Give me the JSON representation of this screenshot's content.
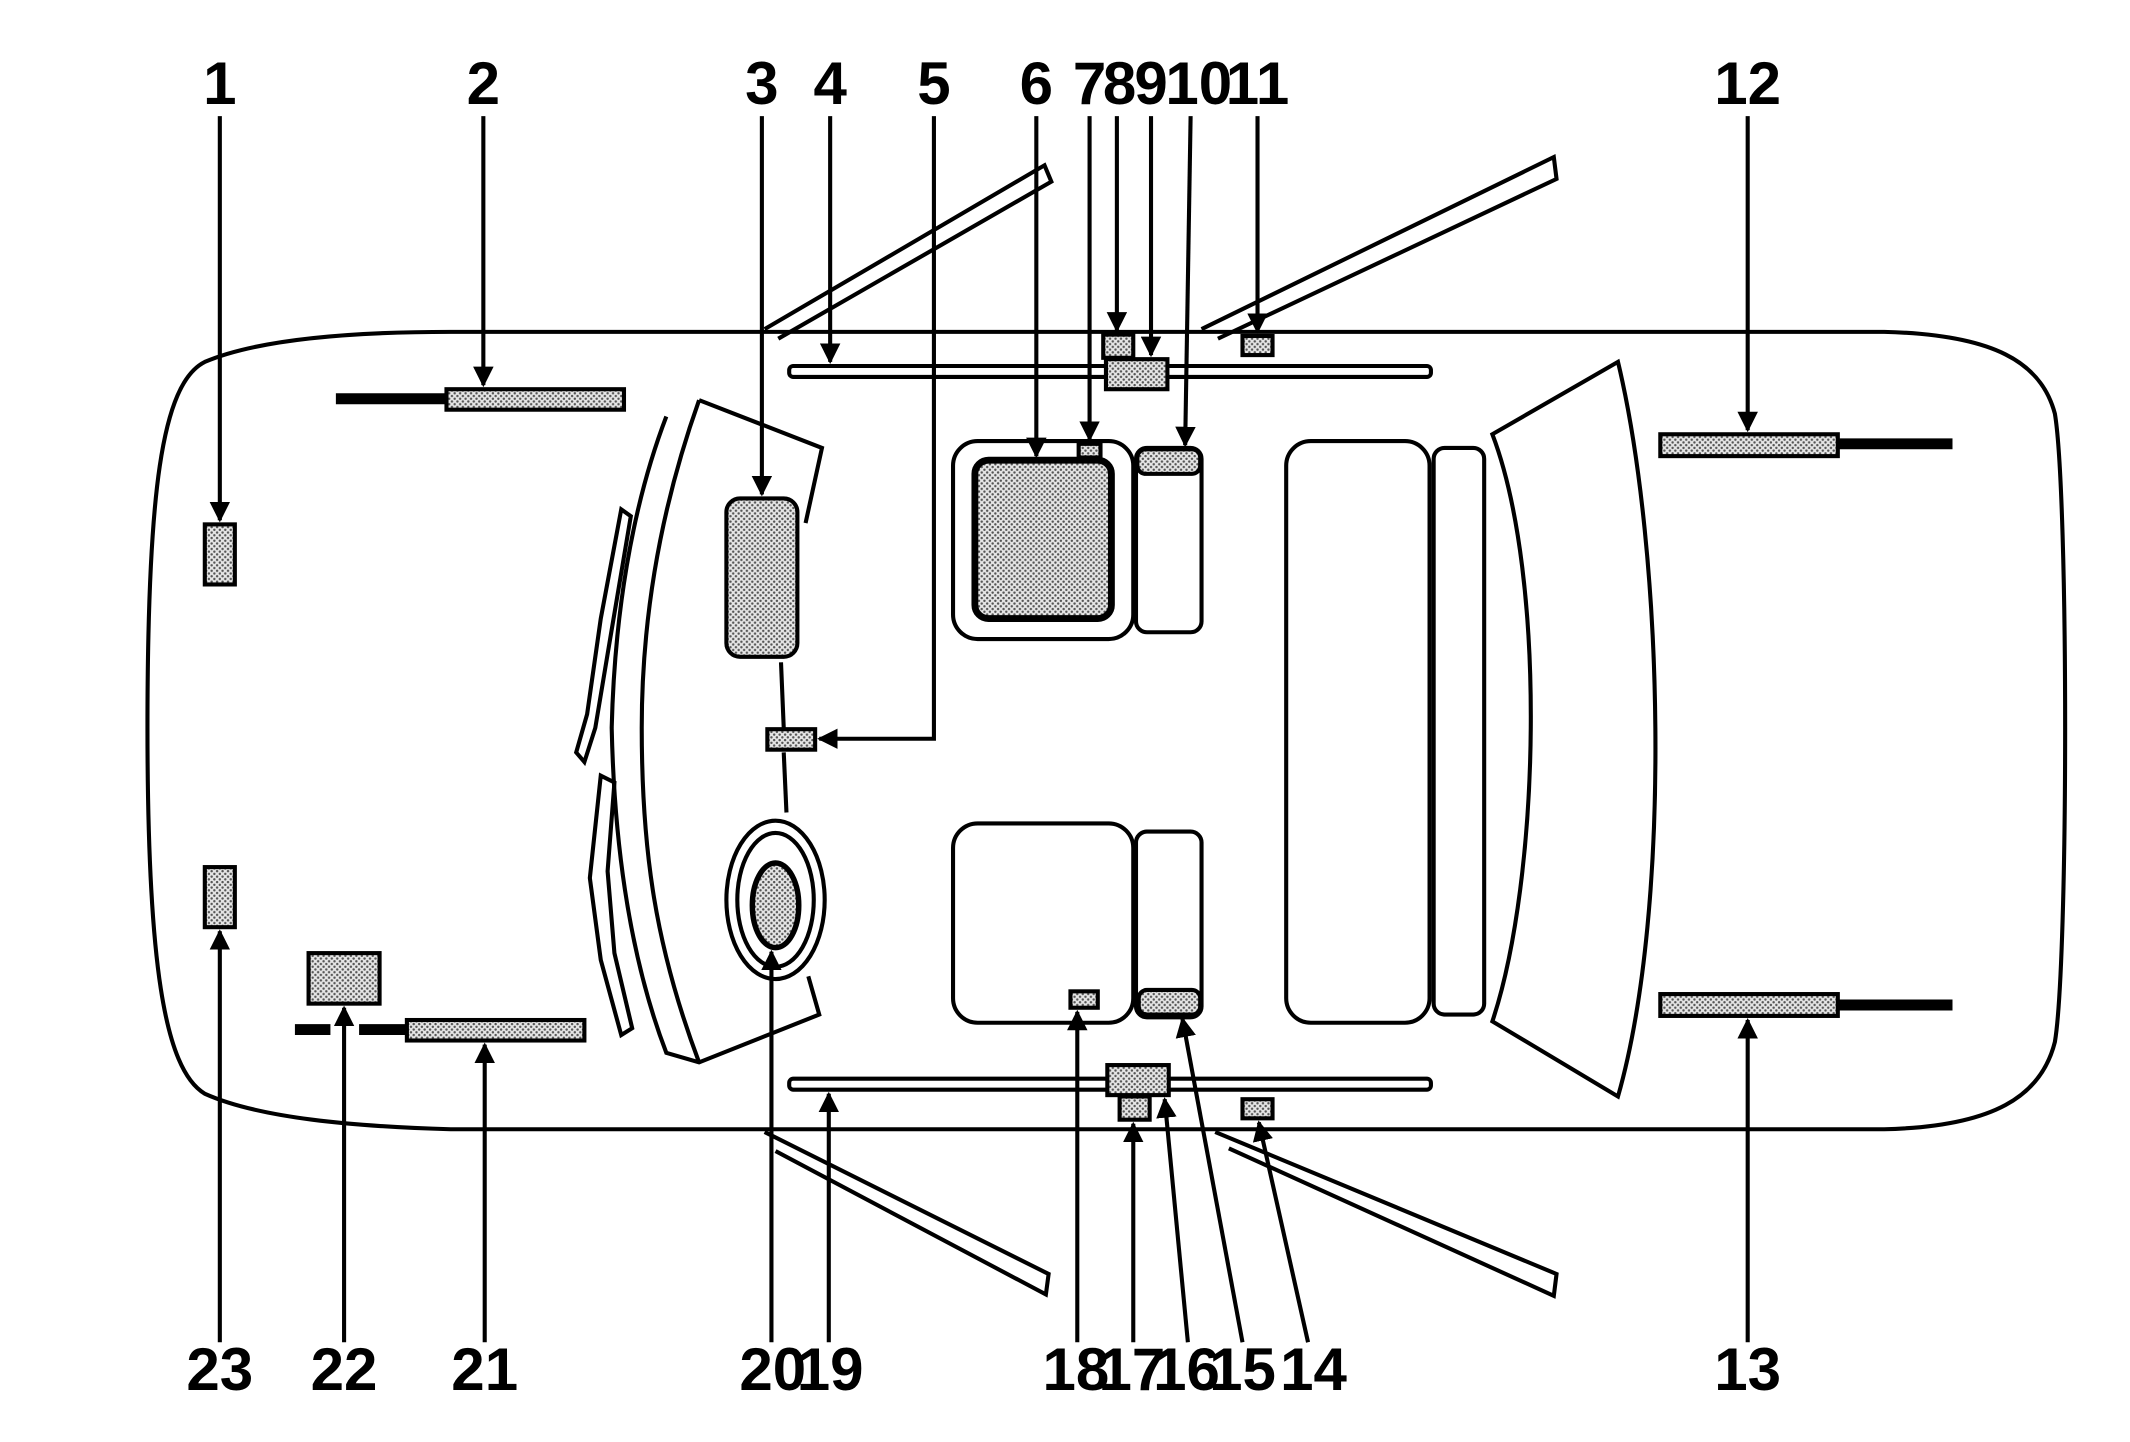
{
  "diagram": {
    "colors": {
      "line": "#000000",
      "background": "#ffffff",
      "shade": "#bdbdbd"
    },
    "labels": {
      "l1": "1",
      "l2": "2",
      "l3": "3",
      "l4": "4",
      "l5": "5",
      "l6": "6",
      "l7": "7",
      "l8": "8",
      "l9": "9",
      "l10": "10",
      "l11": "11",
      "l12": "12",
      "l13": "13",
      "l14": "14",
      "l15": "15",
      "l16": "16",
      "l17": "17",
      "l18": "18",
      "l19": "19",
      "l20": "20",
      "l21": "21",
      "l22": "22",
      "l23": "23"
    }
  }
}
